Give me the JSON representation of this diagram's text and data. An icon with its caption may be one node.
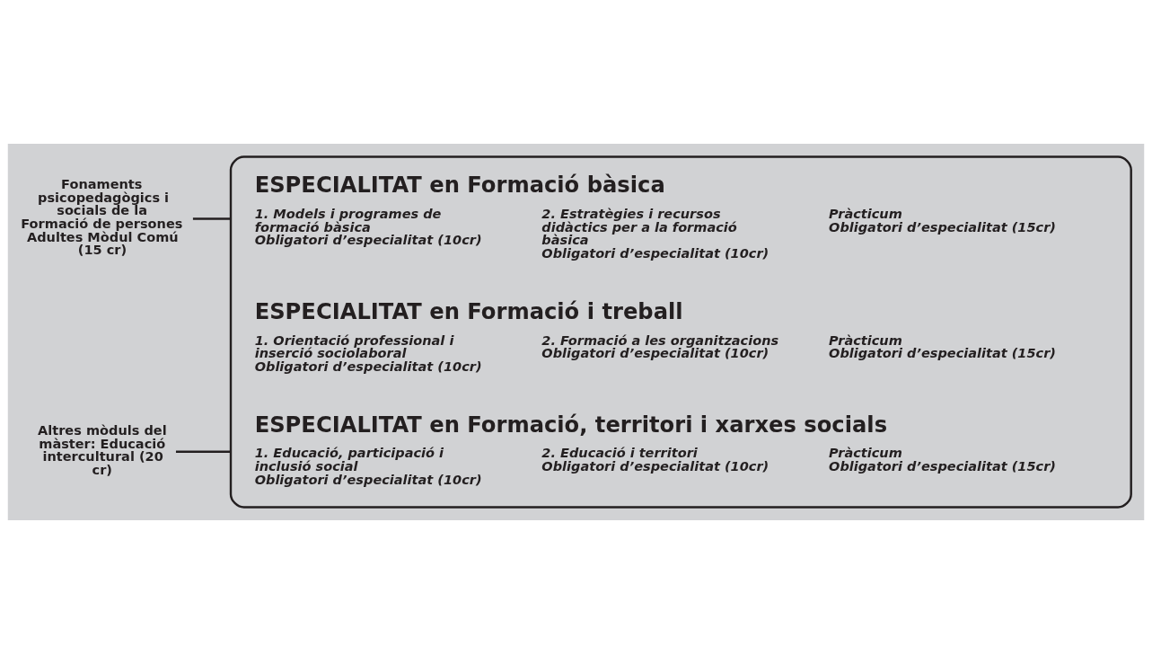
{
  "diagram": {
    "nodes": [
      {
        "text": [
          "Fonaments psicopedagògics i socials de la Formació de persones Adultes Mòdul Comú (15 cr)"
        ]
      },
      {
        "text": [
          "Altres mòduls del màster: Educació intercultural (20 cr)"
        ]
      },
      {
        "text": [],
        "shape": "box"
      },
      {
        "text": [
          "ESPECIALITAT en Formació bàsica",
          "1. Models i programes de formació bàsica",
          "Obligatori d’especialitat (10cr)",
          "2. Estratègies i recursos didàctics per a la formació bàsica",
          "Obligatori d’especialitat (10cr)",
          "Pràcticum",
          "Obligatori d’especialitat (15cr)"
        ],
        "in": 2
      },
      {
        "text": [
          "ESPECIALITAT en Formació i treball",
          "1. Orientació professional i inserció sociolaboral",
          "Obligatori d’especialitat (10cr)",
          "2. Formació a les organitzacions",
          "Obligatori d’especialitat (10cr)",
          "Pràcticum",
          "Obligatori d’especialitat (15cr)"
        ],
        "in": 2
      },
      {
        "text": [
          "ESPECIALITAT en Formació, territori i xarxes socials",
          "1. Educació, participació i inclusió social",
          "Obligatori d’especialitat (10cr)",
          "2. Educació i territori",
          "Obligatori d’especialitat (10cr)",
          "Pràcticum",
          "Obligatori d’especialitat (15cr)"
        ],
        "in": 2
      }
    ],
    "edges": [
      {
        "from": 0,
        "to": 2,
        "arrow": "none"
      },
      {
        "from": 1,
        "to": 2,
        "arrow": "none"
      }
    ]
  }
}
